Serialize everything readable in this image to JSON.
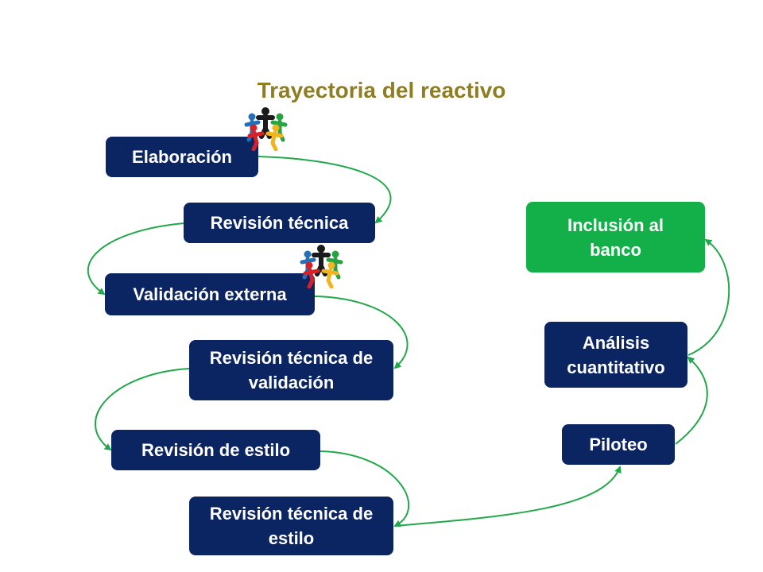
{
  "title": "Trayectoria del reactivo",
  "colors": {
    "node": "#0b2462",
    "final_node": "#13b04a",
    "arrow": "#22a84a",
    "title": "#8e7d22"
  },
  "icons": [
    "people-circle-icon",
    "people-circle-icon"
  ],
  "steps": [
    {
      "label": "Elaboración"
    },
    {
      "label": "Revisión técnica"
    },
    {
      "label": "Validación externa"
    },
    {
      "label": "Revisión técnica de validación"
    },
    {
      "label": "Revisión de estilo"
    },
    {
      "label": "Revisión técnica de estilo"
    },
    {
      "label": "Piloteo"
    },
    {
      "label": "Análisis cuantitativo"
    },
    {
      "label": "Inclusión al banco"
    }
  ]
}
